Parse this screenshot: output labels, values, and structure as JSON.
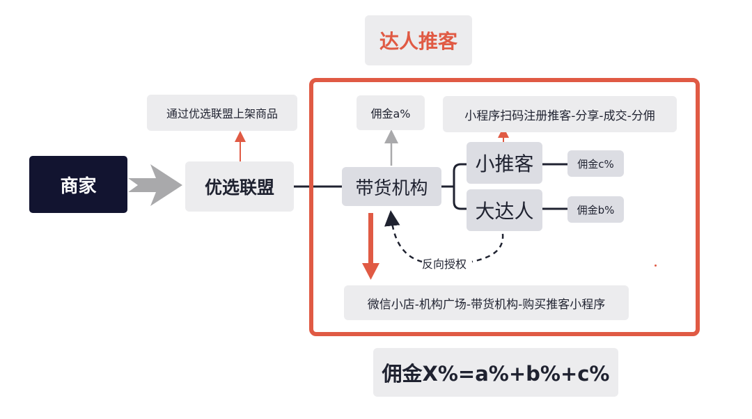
{
  "header": {
    "title": "达人推客"
  },
  "left": {
    "merchant": "商家",
    "alliance": "优选联盟",
    "alliance_note": "通过优选联盟上架商品"
  },
  "frame": {
    "agency": "带货机构",
    "agency_commission": "佣金a%",
    "mini_promoter": "小推客",
    "mini_promoter_commission": "佣金c%",
    "mini_promoter_note": "小程序扫码注册推客-分享-成交-分佣",
    "big_talent": "大达人",
    "big_talent_commission": "佣金b%",
    "reverse_auth": "反向授权",
    "bottom_path": "微信小店-机构广场-带货机构-购买推客小程序"
  },
  "formula": "佣金X%=a%+b%+c%",
  "colors": {
    "accent": "#e05a44",
    "dark_node": "#121430",
    "light_box": "#ececee",
    "node_box": "#dcdde3",
    "gray_arrow": "#a9a9ab"
  }
}
